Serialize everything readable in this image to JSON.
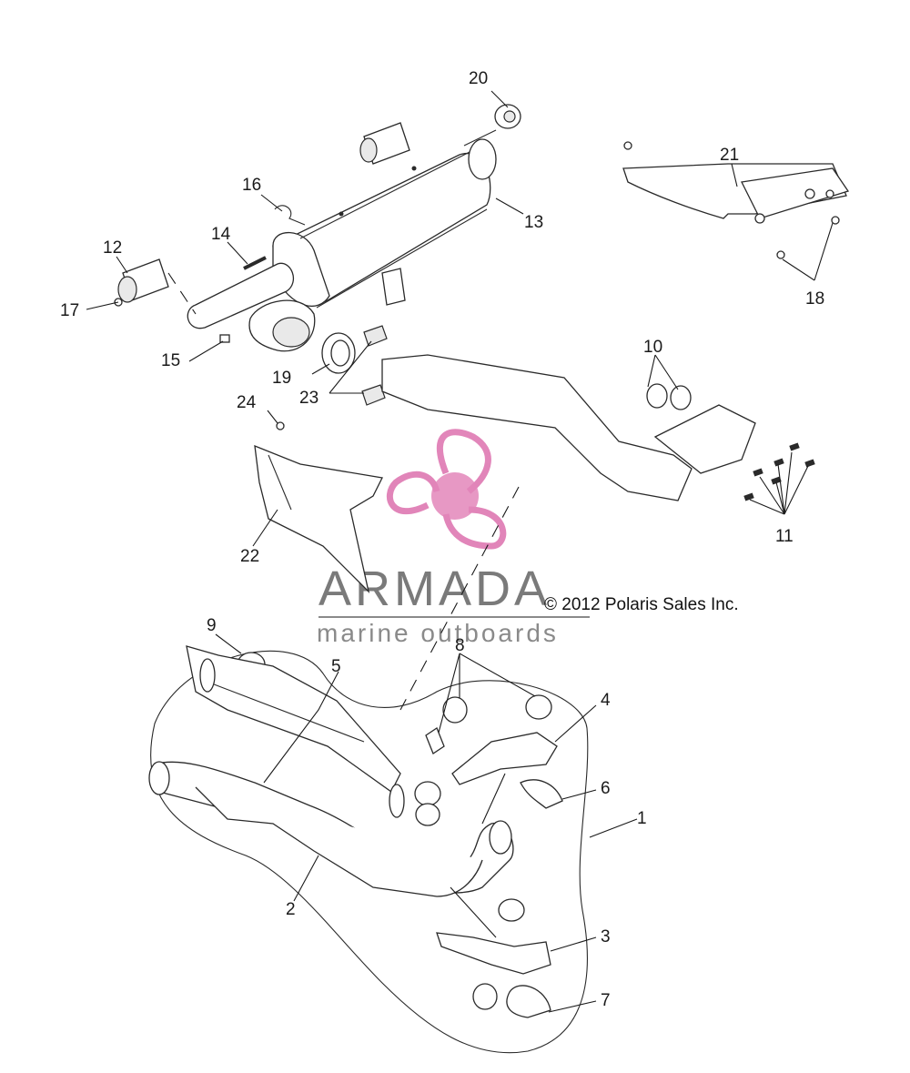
{
  "watermark": {
    "brand": "ARMADA",
    "tagline": "marine outboards",
    "logo_color": "#e07fb6"
  },
  "copyright": "© 2012 Polaris Sales Inc.",
  "callouts": [
    "1",
    "2",
    "3",
    "4",
    "5",
    "6",
    "7",
    "8",
    "9",
    "10",
    "11",
    "12",
    "13",
    "14",
    "15",
    "16",
    "17",
    "18",
    "19",
    "20",
    "21",
    "22",
    "23",
    "24"
  ]
}
